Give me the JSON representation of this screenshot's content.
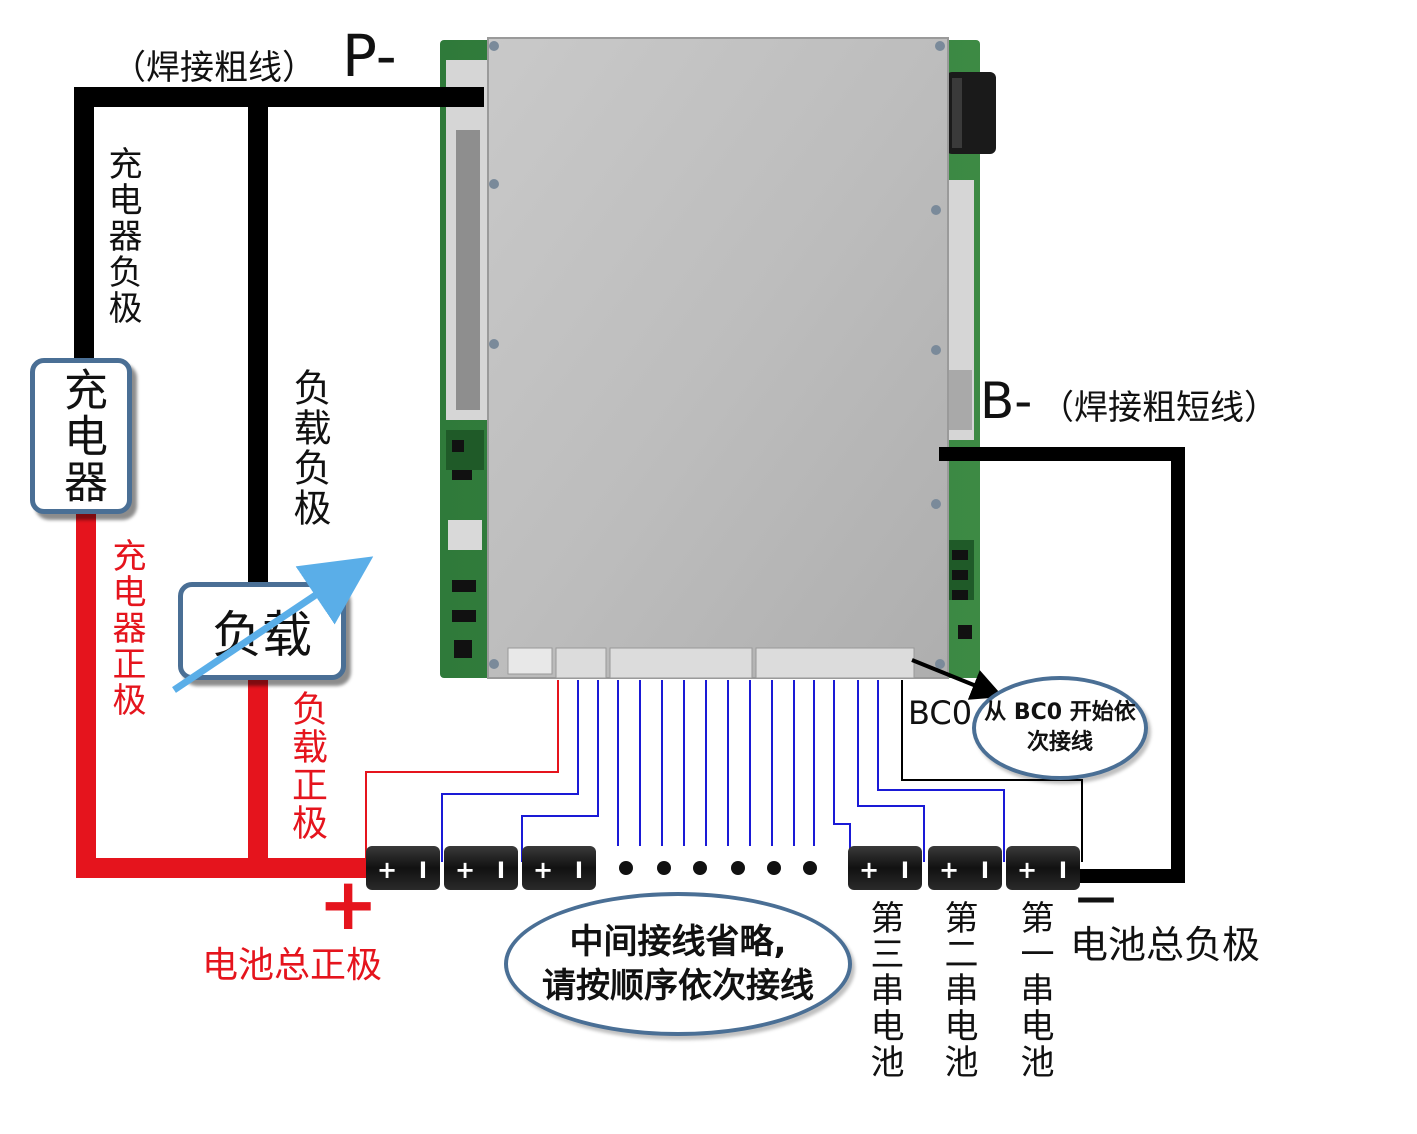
{
  "labels": {
    "p_minus_note": "（焊接粗线）",
    "p_minus": "P-",
    "b_minus": "B-",
    "b_minus_note": "（焊接粗短线）",
    "charger_negative": "充电器负极",
    "charger": "充电器",
    "load_negative": "负载负极",
    "load": "负载",
    "charger_positive": "充电器正极",
    "load_positive": "负载正极",
    "battery_total_positive_sign": "+",
    "battery_total_positive": "电池总正极",
    "battery_total_negative_sign": "—",
    "battery_total_negative": "电池总负极",
    "bc0": "BC0",
    "bc0_note_line1": "从 BC0 开始依",
    "bc0_note_line2": "次接线",
    "middle_note_line1": "中间接线省略,",
    "middle_note_line2": "请按顺序依次接线",
    "third_series": "第三串电池",
    "second_series": "第二串电池",
    "first_series": "第一串电池"
  },
  "battery_cells": [
    {
      "plus": "+",
      "minus": "I"
    },
    {
      "plus": "+",
      "minus": "I"
    },
    {
      "plus": "+",
      "minus": "I"
    },
    {
      "plus": "+",
      "minus": "I"
    },
    {
      "plus": "+",
      "minus": "I"
    },
    {
      "plus": "+",
      "minus": "I"
    }
  ],
  "colors": {
    "negative_wire": "#000000",
    "positive_wire": "#e5141d",
    "balance_wire": "#1a1ad6",
    "box_border": "#4a6f95",
    "arrow": "#5aaee8"
  }
}
